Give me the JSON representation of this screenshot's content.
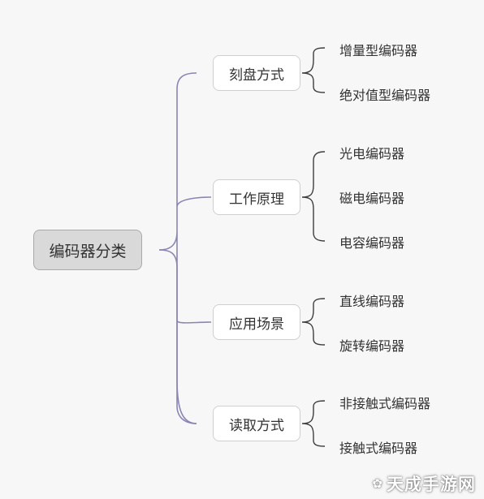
{
  "root": {
    "label": "编码器分类"
  },
  "branches": [
    {
      "label": "刻盘方式",
      "leaves": [
        "增量型编码器",
        "绝对值型编码器"
      ]
    },
    {
      "label": "工作原理",
      "leaves": [
        "光电编码器",
        "磁电编码器",
        "电容编码器"
      ]
    },
    {
      "label": "应用场景",
      "leaves": [
        "直线编码器",
        "旋转编码器"
      ]
    },
    {
      "label": "读取方式",
      "leaves": [
        "非接触式编码器",
        "接触式编码器"
      ]
    }
  ],
  "watermark": {
    "icon": "paw-icon",
    "text": "天成手游网"
  },
  "colors": {
    "connector": "#8a86b3",
    "root_fill": "#d9d9d9",
    "branch_fill": "#ffffff"
  }
}
